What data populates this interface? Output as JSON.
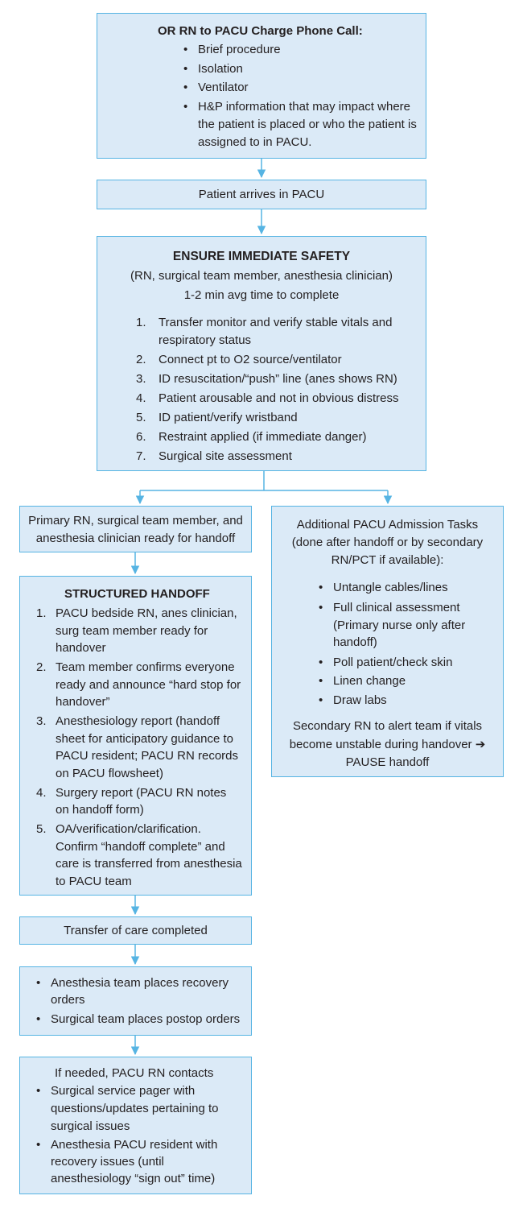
{
  "phone_call": {
    "title": "OR RN to PACU Charge Phone Call:",
    "items": [
      "Brief procedure",
      "Isolation",
      "Ventilator",
      "H&P information that may impact where the patient is placed or who the patient is assigned to in PACU."
    ]
  },
  "arrival": {
    "text": "Patient arrives in PACU"
  },
  "safety": {
    "title": "ENSURE IMMEDIATE SAFETY",
    "subtitle": "(RN, surgical team member, anesthesia clinician)",
    "time": "1-2 min avg time to complete",
    "steps": [
      {
        "num": "1.",
        "text": "Transfer monitor and verify stable vitals and respiratory status"
      },
      {
        "num": "2.",
        "text": "Connect pt to O2 source/ventilator"
      },
      {
        "num": "3.",
        "text": "ID resuscitation/“push” line (anes shows RN)"
      },
      {
        "num": "4.",
        "text": "Patient arousable and not in obvious distress"
      },
      {
        "num": "5.",
        "text": "ID patient/verify wristband"
      },
      {
        "num": "6.",
        "text": "Restraint applied (if immediate danger)"
      },
      {
        "num": "7.",
        "text": "Surgical site assessment"
      }
    ]
  },
  "ready": {
    "text": "Primary RN, surgical team member, and anesthesia clinician ready for handoff"
  },
  "handoff": {
    "title": "STRUCTURED HANDOFF",
    "steps": [
      {
        "num": "1.",
        "text": "PACU bedside RN, anes clinician, surg team member ready for handover"
      },
      {
        "num": "2.",
        "text": "Team member confirms everyone ready and announce “hard stop for handover”"
      },
      {
        "num": "3.",
        "text": "Anesthesiology report (handoff sheet for anticipatory guidance to PACU resident; PACU RN records on PACU flowsheet)"
      },
      {
        "num": "4.",
        "text": "Surgery report (PACU RN notes on handoff form)"
      },
      {
        "num": "5.",
        "text": "OA/verification/clarification. Confirm “handoff complete” and care is transferred from anesthesia to PACU team"
      }
    ]
  },
  "additional": {
    "title": "Additional PACU Admission Tasks (done after handoff or by secondary RN/PCT if available):",
    "items": [
      "Untangle cables/lines",
      "Full clinical assessment (Primary nurse only after handoff)",
      "Poll patient/check skin",
      "Linen change",
      "Draw labs"
    ],
    "note": "Secondary RN to alert team if vitals become unstable during handover",
    "note_arrow": "➔",
    "note_end": "PAUSE handoff"
  },
  "transfer": {
    "text": "Transfer of care completed"
  },
  "orders": {
    "items": [
      "Anesthesia team places recovery orders",
      "Surgical team places postop orders"
    ]
  },
  "contacts": {
    "title": "If needed, PACU RN contacts",
    "items": [
      "Surgical service pager with questions/updates pertaining to surgical issues",
      "Anesthesia PACU resident with recovery issues (until anesthesiology “sign out” time)"
    ]
  },
  "colors": {
    "box_fill": "#dbeaf7",
    "box_border": "#56b4e3",
    "connector": "#56b4e3",
    "text": "#231f20"
  }
}
